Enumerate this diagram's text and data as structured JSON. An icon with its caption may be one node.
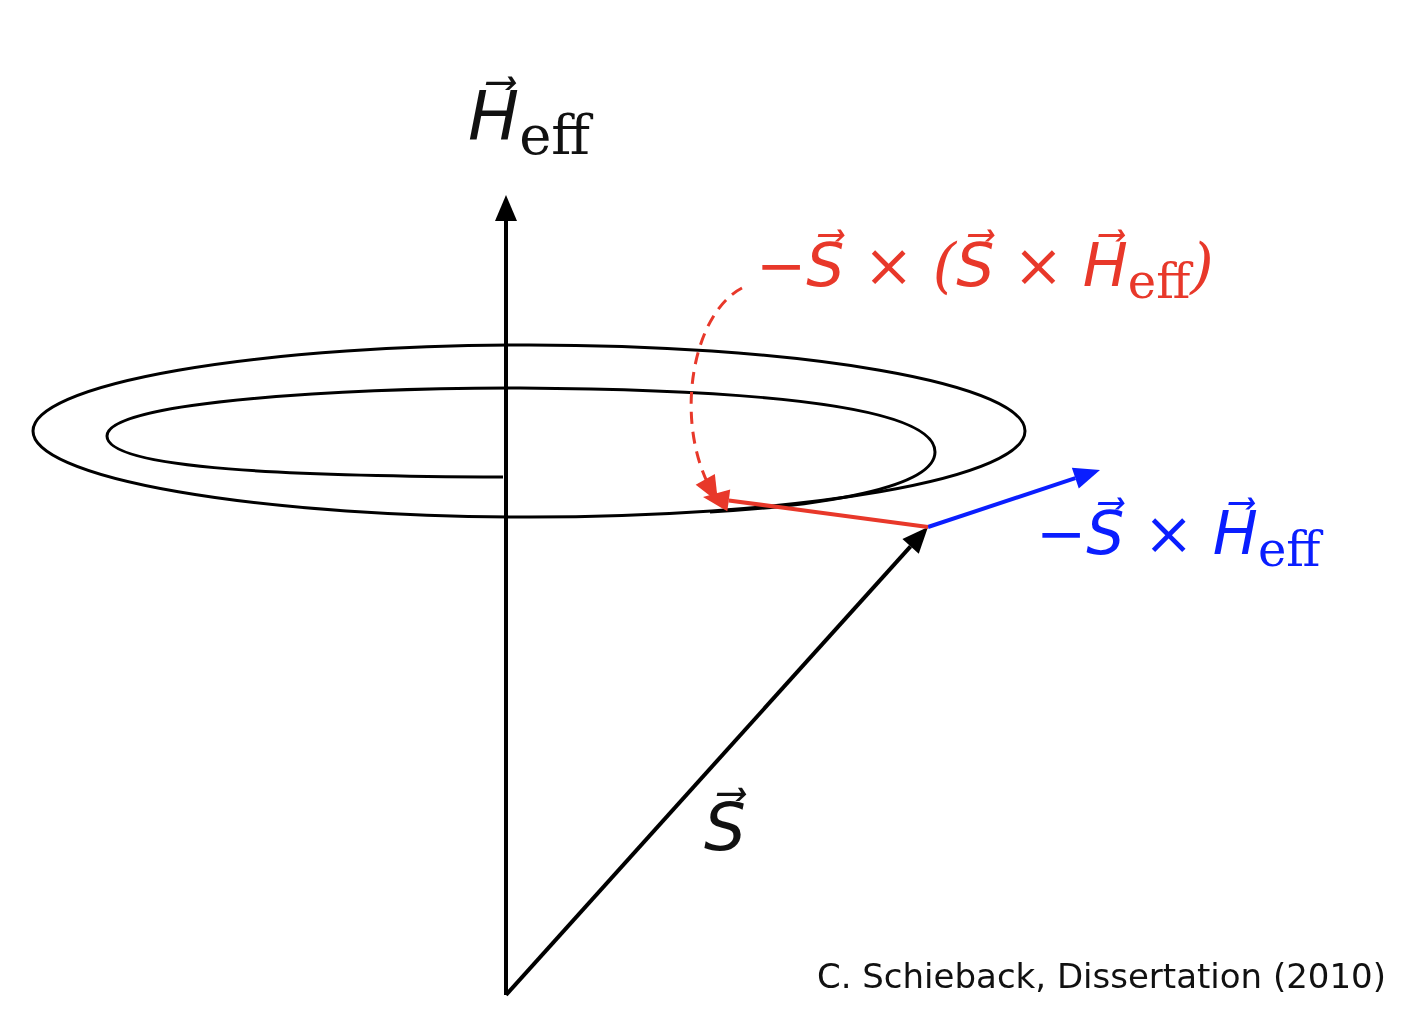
{
  "diagram": {
    "caption": "C. Schieback, Dissertation (2010)",
    "labels": [
      "H⃗$_{eff}$",
      "−S⃗ × (S⃗ × H⃗$_{eff}$)",
      "−S⃗ × H⃗$_{eff}$",
      "S⃗"
    ]
  }
}
